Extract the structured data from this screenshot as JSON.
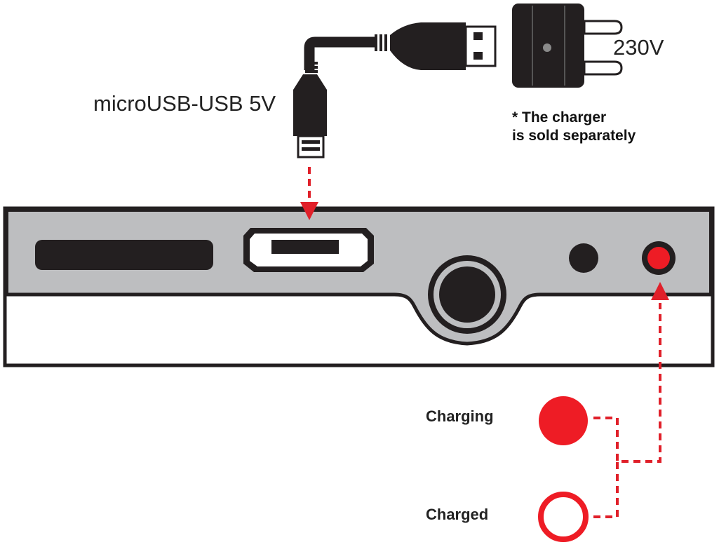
{
  "cable": {
    "label": "microUSB-USB 5V"
  },
  "charger": {
    "voltage_label": "230V",
    "note_line1": "* The charger",
    "note_line2": "is sold separately"
  },
  "indicator": {
    "charging_label": "Charging",
    "charged_label": "Charged",
    "led_color": "#ee1c25"
  },
  "colors": {
    "device_gray": "#bdbec0",
    "dark": "#231f20",
    "arrow_red": "#e0202a"
  }
}
